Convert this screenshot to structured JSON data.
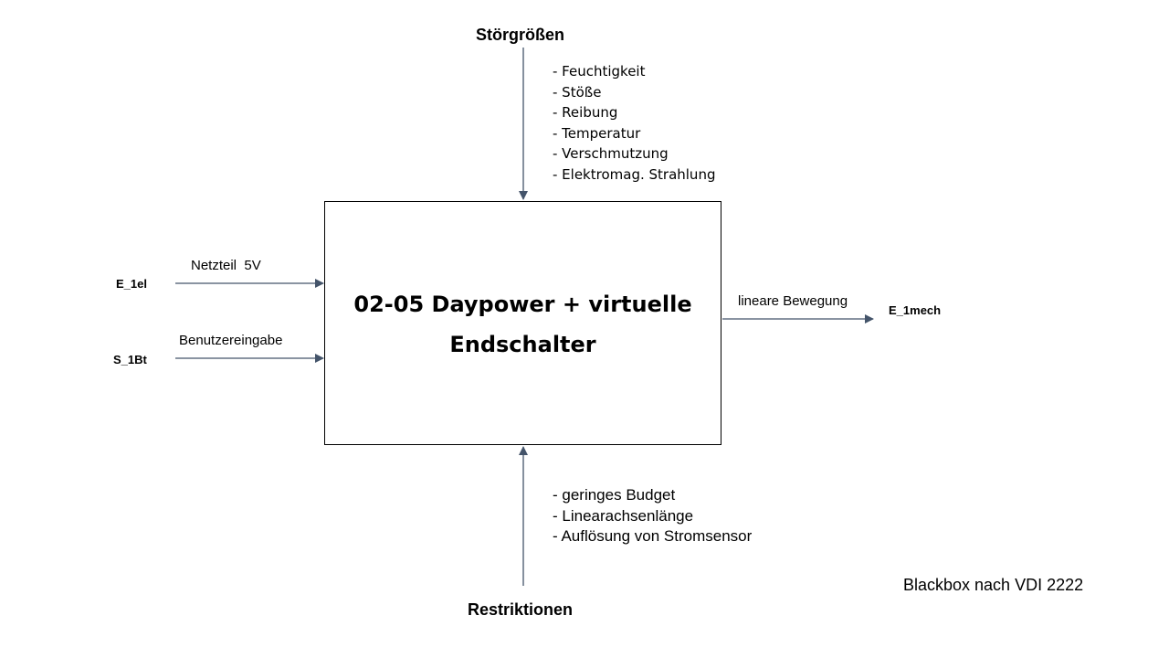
{
  "colors": {
    "arrow": "#44546a",
    "box_border": "#000000",
    "text": "#000000"
  },
  "system": {
    "title_line1": "02-05 Daypower + virtuelle",
    "title_line2": "Endschalter"
  },
  "disturbances": {
    "heading": "Störgrößen",
    "items": [
      "- Feuchtigkeit",
      "- Stöße",
      "- Reibung",
      "- Temperatur",
      "- Verschmutzung",
      "- Elektromag. Strahlung"
    ]
  },
  "restrictions": {
    "heading": "Restriktionen",
    "items": [
      "- geringes Budget",
      "- Linearachsenlänge",
      "- Auflösung von Stromsensor"
    ]
  },
  "inputs": [
    {
      "signal": "E_1el",
      "label": "Netzteil  5V"
    },
    {
      "signal": "S_1Bt",
      "label": "Benutzereingabe"
    }
  ],
  "output": {
    "signal": "E_1mech",
    "label": "lineare Bewegung"
  },
  "caption": "Blackbox nach VDI 2222"
}
